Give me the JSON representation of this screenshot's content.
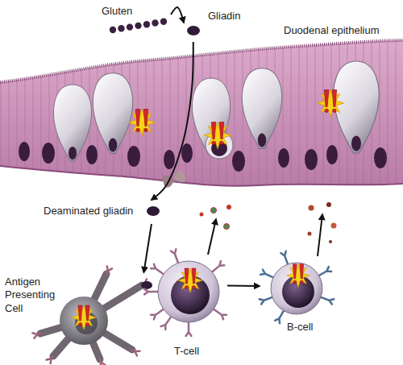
{
  "diagram": {
    "nodes": [
      {
        "text": [
          "Gluten"
        ]
      },
      {
        "text": [
          "Gliadin"
        ]
      },
      {
        "text": [
          "Deaminated gliadin"
        ]
      },
      {
        "text": [
          "Antigen Presenting Cell"
        ]
      },
      {
        "text": [
          "T-cell"
        ]
      },
      {
        "text": [
          "B-cell"
        ]
      }
    ],
    "edges": [
      {
        "from": 0,
        "to": 1,
        "arrow": "to"
      },
      {
        "from": 1,
        "to": 2,
        "arrow": "to"
      },
      {
        "from": 2,
        "to": 3,
        "arrow": "to"
      },
      {
        "from": 4,
        "to": 5,
        "arrow": "to"
      }
    ],
    "labels": [
      "Duodenal epithelium"
    ]
  }
}
